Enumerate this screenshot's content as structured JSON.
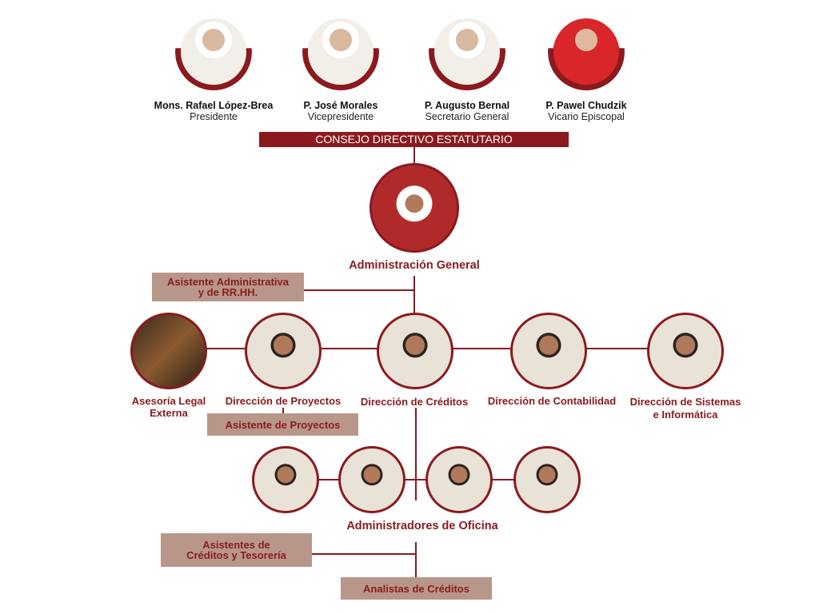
{
  "council": [
    {
      "name": "Mons. Rafael López-Brea",
      "role": "Presidente"
    },
    {
      "name": "P. José Morales",
      "role": "Vicepresidente"
    },
    {
      "name": "P. Augusto Bernal",
      "role": "Secretario General"
    },
    {
      "name": "P. Pawel Chudzik",
      "role": "Vicario Episcopal"
    }
  ],
  "banner": "CONSEJO DIRECTIVO ESTATUTARIO",
  "admin_general": "Administración General",
  "asistente_admin": [
    "Asistente Administrativa",
    "y de RR.HH."
  ],
  "directions": [
    {
      "l1": "Asesoría Legal",
      "l2": "Externa"
    },
    {
      "l1": "Dirección de Proyectos",
      "l2": ""
    },
    {
      "l1": "Dirección de Créditos",
      "l2": ""
    },
    {
      "l1": "Dirección de Contabilidad",
      "l2": ""
    },
    {
      "l1": "Dirección de Sistemas",
      "l2": "e Informática"
    }
  ],
  "asistente_proyectos": "Asistente de Proyectos",
  "administradores": "Administradores de Oficina",
  "asistentes_creditos": [
    "Asistentes de",
    "Créditos y Tesorería"
  ],
  "analistas": "Analistas de Créditos"
}
